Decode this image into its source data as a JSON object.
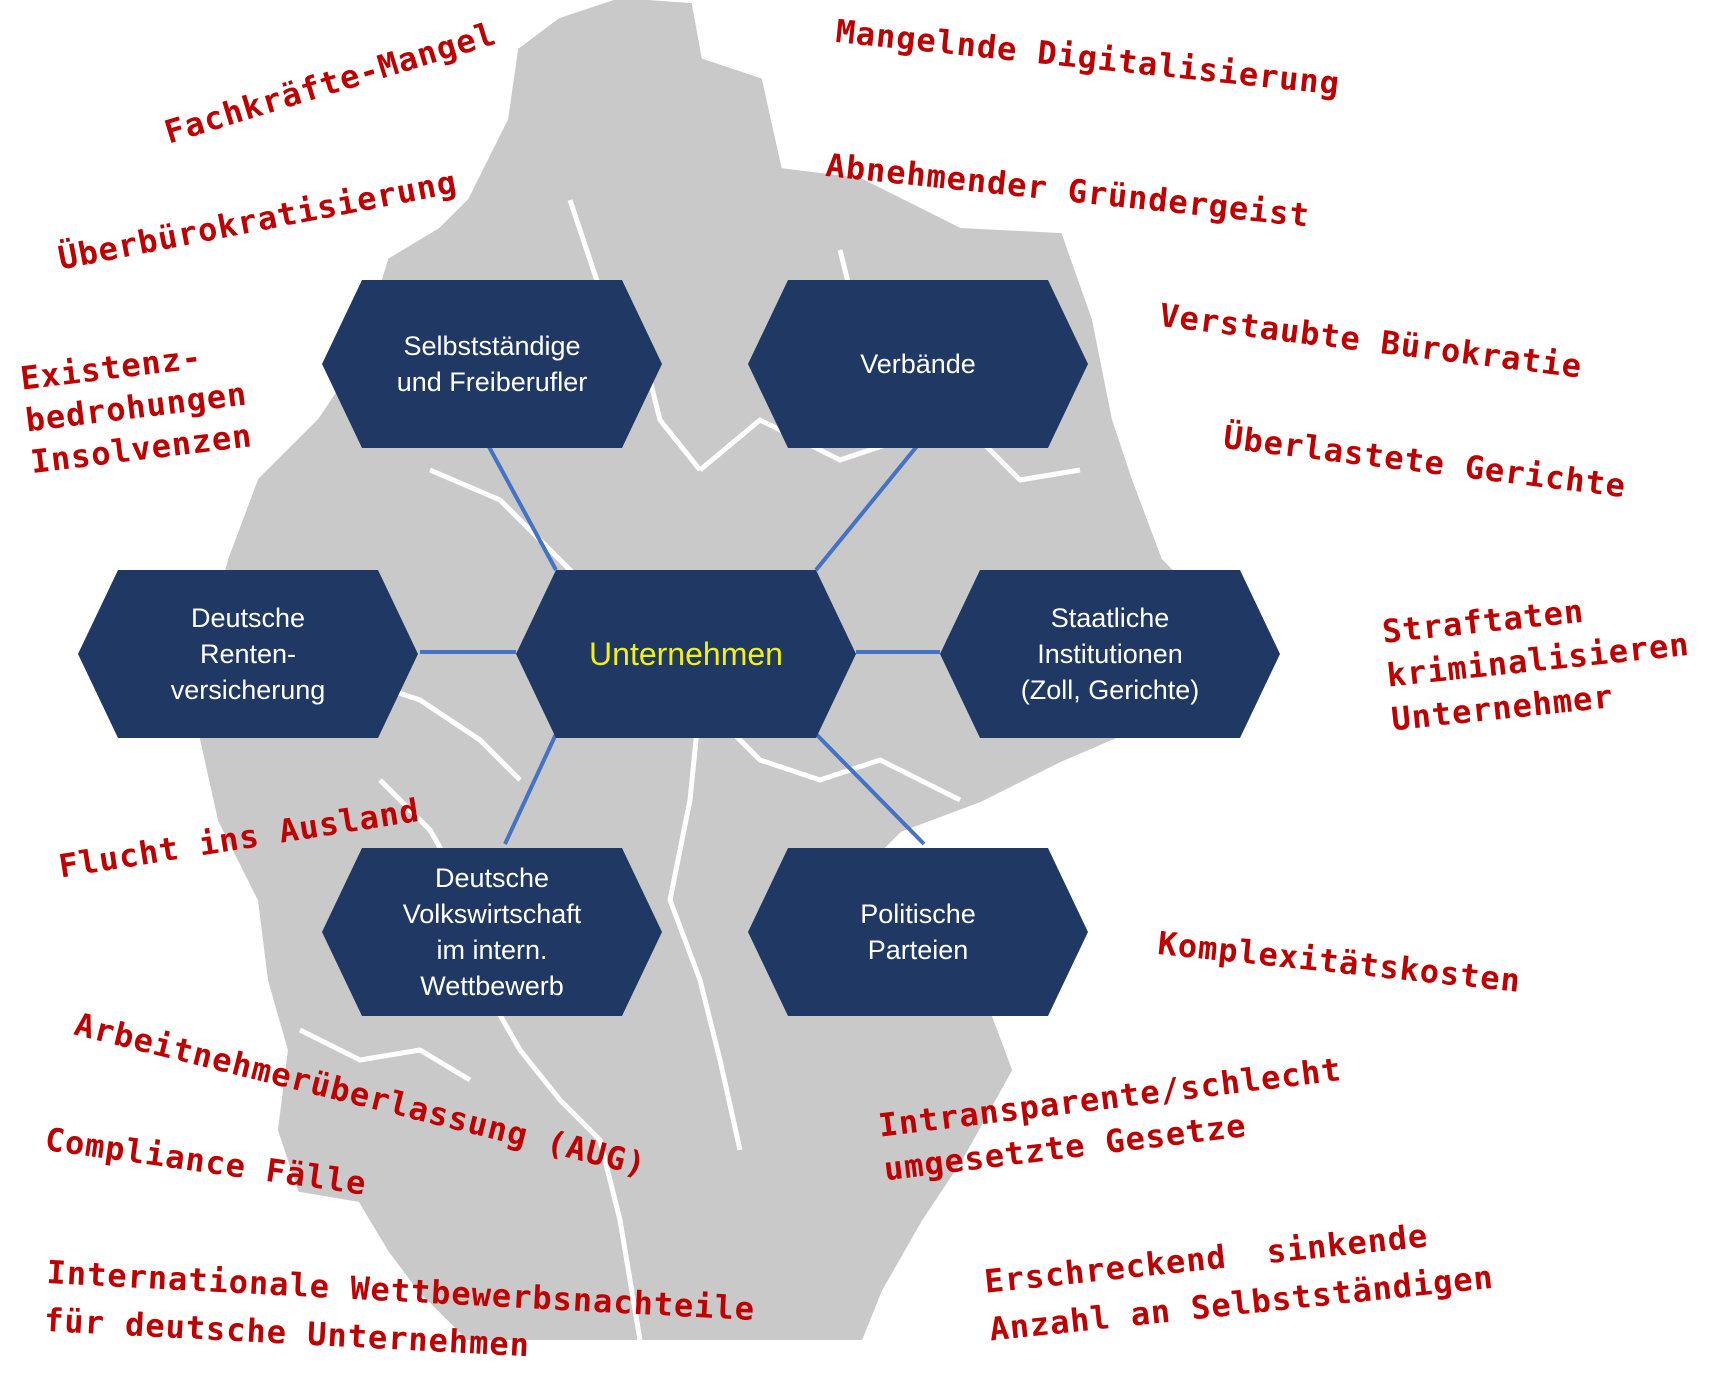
{
  "colors": {
    "hex_fill": "#1f3864",
    "center_text": "#f2f20a",
    "node_text": "#ffffff",
    "connector": "#4472c4",
    "map_fill": "#c9c9c9",
    "map_border": "#ffffff",
    "note_text": "#c00000"
  },
  "diagram": {
    "center": "Unternehmen",
    "nodes": {
      "selbststaendige": "Selbstständige\nund Freiberufler",
      "verbaende": "Verbände",
      "rentenversicherung": "Deutsche\nRenten-\nversicherung",
      "staatliche": "Staatliche\nInstitutionen\n(Zoll, Gerichte)",
      "volkswirtschaft": "Deutsche\nVolkswirtschaft\nim intern.\nWettbewerb",
      "parteien": "Politische\nParteien"
    }
  },
  "notes": {
    "fachkraefte": "Fachkräfte-Mangel",
    "ueberbuerokratisierung": "Überbürokratisierung",
    "existenz": "Existenz-\nbedrohungen\nInsolvenzen",
    "flucht": "Flucht ins Ausland",
    "aug": "Arbeitnehmerüberlassung (AUG)",
    "compliance": "Compliance Fälle",
    "international": "Internationale Wettbewerbsnachteile\nfür deutsche Unternehmen",
    "digitalisierung": "Mangelnde Digitalisierung",
    "gruendergeist": "Abnehmender Gründergeist",
    "buerokratie": "Verstaubte Bürokratie",
    "gerichte": "Überlastete Gerichte",
    "straftaten": "Straftaten\nkriminalisieren\nUnternehmer",
    "komplexitaet": "Komplexitätskosten",
    "gesetze": "Intransparente/schlecht\numgesetzte Gesetze",
    "selbststaendige": "Erschreckend  sinkende\nAnzahl an Selbstständigen"
  }
}
